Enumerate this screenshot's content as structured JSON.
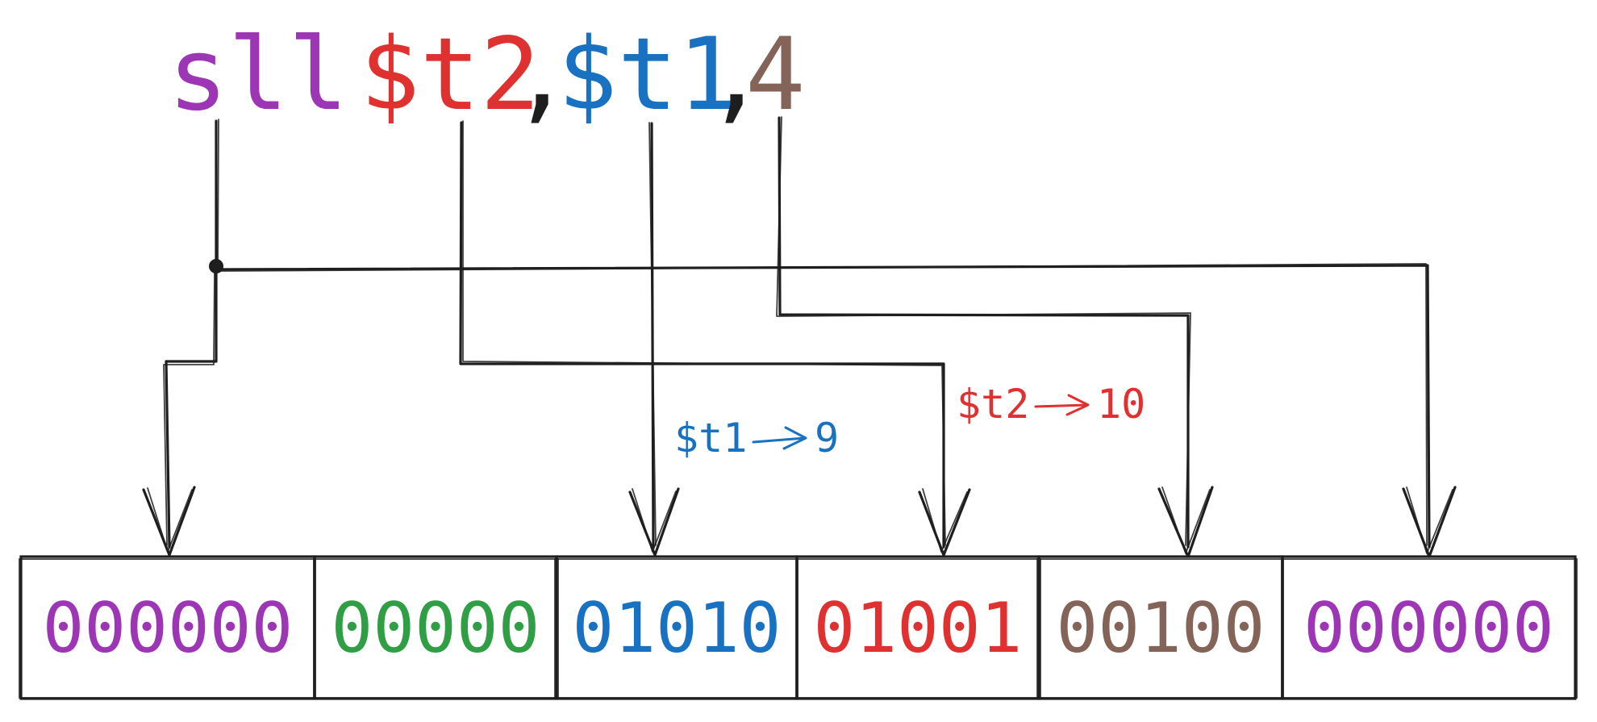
{
  "colors": {
    "purple": "#9c36b5",
    "red": "#e03131",
    "blue": "#1971c2",
    "brown": "#846358",
    "green": "#2f9e44",
    "ink": "#1e1e1e"
  },
  "instruction": {
    "mnemonic": "sll",
    "rd": "$t2",
    "sep1": ",",
    "rt": "$t1",
    "sep2": ",",
    "shamt": "4"
  },
  "fields": [
    {
      "bits": "000000",
      "color": "purple"
    },
    {
      "bits": "00000",
      "color": "green"
    },
    {
      "bits": "01010",
      "color": "blue"
    },
    {
      "bits": "01001",
      "color": "red"
    },
    {
      "bits": "00100",
      "color": "brown"
    },
    {
      "bits": "000000",
      "color": "purple"
    }
  ],
  "annotations": {
    "t1": {
      "register": "$t1",
      "number": "9",
      "color": "blue"
    },
    "t2": {
      "register": "$t2",
      "number": "10",
      "color": "red"
    }
  }
}
